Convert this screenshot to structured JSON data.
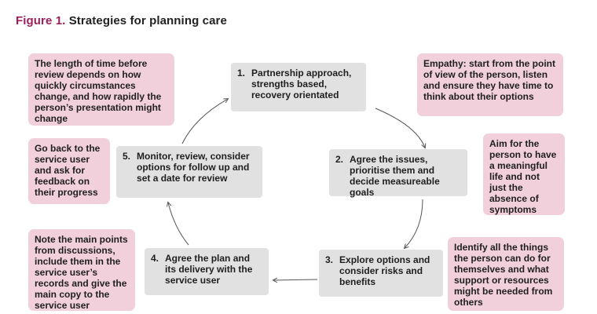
{
  "title": {
    "prefix": "Figure 1.",
    "text": "Strategies for planning care"
  },
  "steps": [
    {
      "num": "1.",
      "text": "Partnership approach, strengths based, recovery orientated"
    },
    {
      "num": "2.",
      "text": "Agree the issues, prioritise them and decide measureable goals"
    },
    {
      "num": "3.",
      "text": "Explore options and consider risks and benefits"
    },
    {
      "num": "4.",
      "text": "Agree the plan and its delivery with the service user"
    },
    {
      "num": "5.",
      "text": "Monitor, review, consider options for follow up and set a date for review"
    }
  ],
  "notes": [
    {
      "text": "The length of time before review depends on how quickly circumstances change, and how rapidly the person’s presentation might change"
    },
    {
      "text": "Empathy: start from the point of view of the person, listen and ensure they have time to think about their options"
    },
    {
      "text": "Go back to the service user and ask for feedback on their progress"
    },
    {
      "text": "Aim for the person to have a meaningful life and not just the absence of symptoms"
    },
    {
      "text": "Note the main points from discussions, include them in the service user’s records and give the main copy to the service user"
    },
    {
      "text": "Identify all the things the person can do for themselves and what support or resources might be needed from others"
    }
  ],
  "colors": {
    "step_bg": "#e1e1e1",
    "note_bg": "#f1d0dc",
    "title_accent": "#9c1e5a",
    "arrow": "#555555"
  }
}
